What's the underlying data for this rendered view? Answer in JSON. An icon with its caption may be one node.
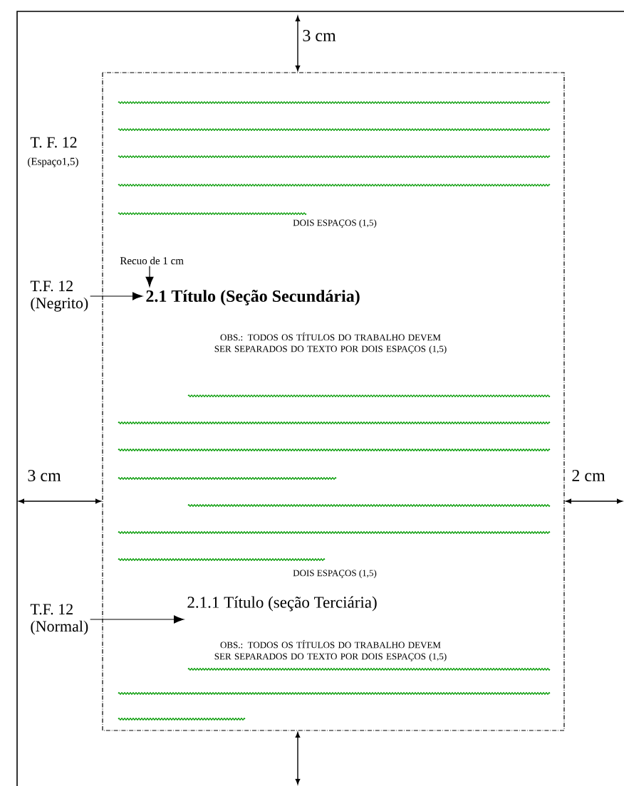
{
  "diagram": {
    "nodes": [
      {
        "text": [
          "Recuo de 1 cm"
        ]
      },
      {
        "text": [
          "T.F. 12",
          "(Negrito)"
        ]
      },
      {
        "text": [
          "2.1 Título (Seção Secundária)"
        ]
      },
      {
        "text": [
          "T.F. 12",
          "(Normal)"
        ]
      },
      {
        "text": [
          "2.1.1 Título (seção Terciária)"
        ]
      }
    ],
    "edges": [
      {
        "from": 0,
        "to": 2,
        "arrow": "to"
      },
      {
        "from": 1,
        "to": 2,
        "arrow": "to"
      },
      {
        "from": 3,
        "to": 4,
        "arrow": "to"
      }
    ],
    "labels": [
      "3 cm",
      "T. F. 12",
      "(Espaço1,5)",
      "DOIS ESPAÇOS (1,5)",
      "OBS.: TODOS OS TÍTULOS DO TRABALHO DEVEM SER SEPARADOS DO TEXTO POR DOIS ESPAÇOS (1,5)",
      "3 cm",
      "2 cm",
      "DOIS ESPAÇOS (1,5)",
      "OBS.: TODOS OS TÍTULOS DO TRABALHO DEVEM SER SEPARADOS DO TEXTO POR DOIS ESPAÇOS (1,5)"
    ]
  }
}
